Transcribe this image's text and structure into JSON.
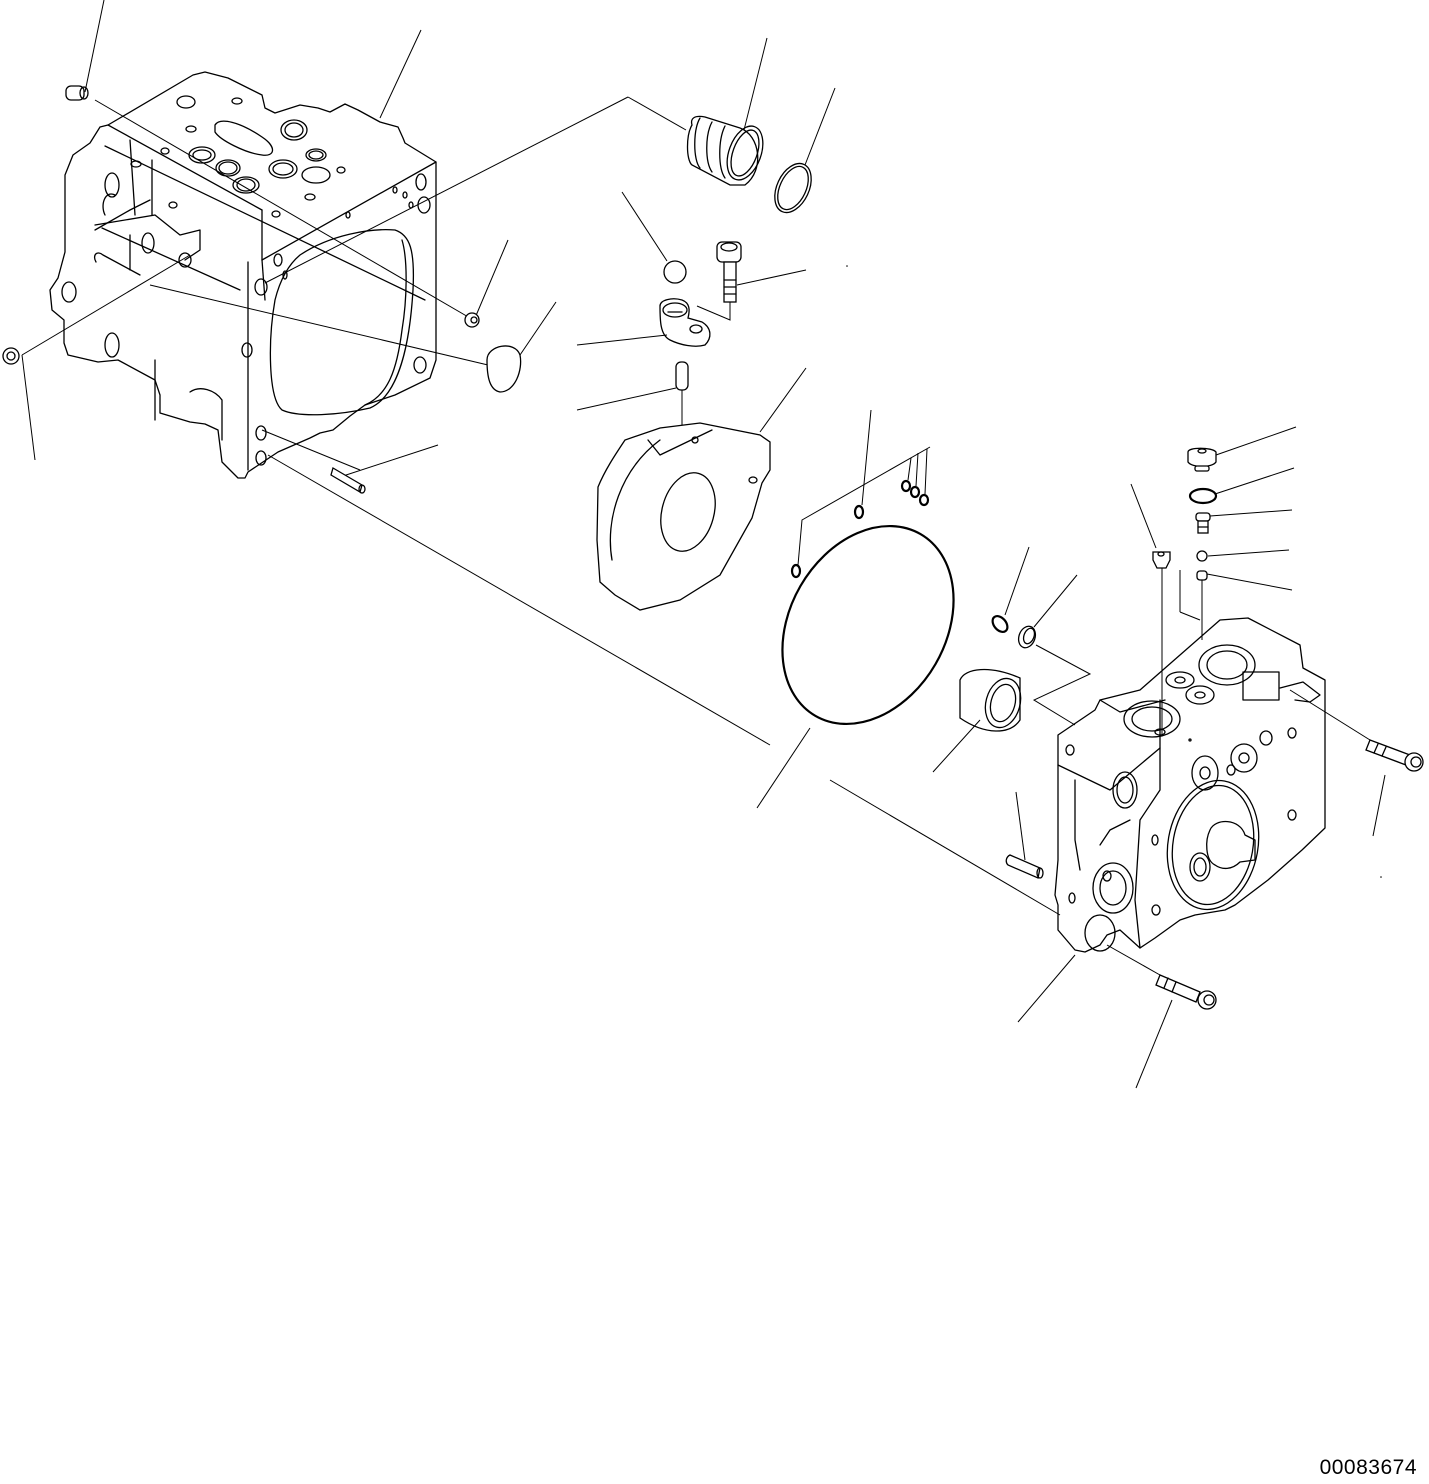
{
  "drawing": {
    "type": "exploded-parts-diagram",
    "number": "00083674",
    "background": "#ffffff",
    "line_color": "#000000"
  },
  "parts": [
    {
      "id": "left-housing",
      "name": "valve housing (left)"
    },
    {
      "id": "plug-top-left",
      "name": "plug"
    },
    {
      "id": "plug-left",
      "name": "plug"
    },
    {
      "id": "plug-mid",
      "name": "plug"
    },
    {
      "id": "cap-round",
      "name": "cap"
    },
    {
      "id": "dowel-pin-left",
      "name": "dowel pin"
    },
    {
      "id": "sleeve",
      "name": "sleeve"
    },
    {
      "id": "o-ring-sleeve",
      "name": "o-ring"
    },
    {
      "id": "ball",
      "name": "ball"
    },
    {
      "id": "socket-bolt",
      "name": "socket head bolt"
    },
    {
      "id": "bracket",
      "name": "bracket"
    },
    {
      "id": "pin",
      "name": "pin"
    },
    {
      "id": "cover-plate",
      "name": "cover plate"
    },
    {
      "id": "small-o-rings",
      "name": "small o-rings"
    },
    {
      "id": "large-gasket",
      "name": "large o-ring / gasket"
    },
    {
      "id": "o-ring-right",
      "name": "o-ring"
    },
    {
      "id": "seal-ring",
      "name": "seal ring"
    },
    {
      "id": "bushing",
      "name": "bushing"
    },
    {
      "id": "right-housing",
      "name": "end cover housing (right)"
    },
    {
      "id": "plug-top",
      "name": "plug"
    },
    {
      "id": "o-ring-top",
      "name": "o-ring"
    },
    {
      "id": "screw-top",
      "name": "screw"
    },
    {
      "id": "ball-small",
      "name": "ball"
    },
    {
      "id": "seat",
      "name": "seat"
    },
    {
      "id": "plug-right",
      "name": "plug"
    },
    {
      "id": "bolt-right",
      "name": "bolt"
    },
    {
      "id": "bolt-bottom",
      "name": "bolt"
    },
    {
      "id": "dowel-pin-right",
      "name": "dowel pin"
    }
  ]
}
